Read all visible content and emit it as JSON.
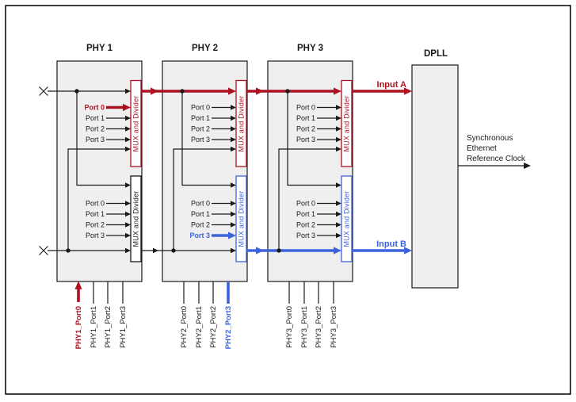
{
  "colors": {
    "red": "#AC1222",
    "blue": "#3D63DC",
    "ink": "#1A1A1A",
    "fill": "#EFEFEF"
  },
  "phys": [
    {
      "title": "PHY 1",
      "top_mux_label": "MUX and Divider",
      "bottom_mux_label": "MUX and Divider",
      "top_ports": [
        "Port 0",
        "Port 1",
        "Port 2",
        "Port 3"
      ],
      "bottom_ports": [
        "Port 0",
        "Port 1",
        "Port 2",
        "Port 3"
      ],
      "pin_labels": [
        "PHY1_Port0",
        "PHY1_Port1",
        "PHY1_Port2",
        "PHY1_Port3"
      ]
    },
    {
      "title": "PHY 2",
      "top_mux_label": "MUX and Divider",
      "bottom_mux_label": "MUX and Divider",
      "top_ports": [
        "Port 0",
        "Port 1",
        "Port 2",
        "Port 3"
      ],
      "bottom_ports": [
        "Port 0",
        "Port 1",
        "Port 2",
        "Port 3"
      ],
      "pin_labels": [
        "PHY2_Port0",
        "PHY2_Port1",
        "PHY2_Port2",
        "PHY2_Port3"
      ]
    },
    {
      "title": "PHY 3",
      "top_mux_label": "MUX and Divider",
      "bottom_mux_label": "MUX and Divider",
      "top_ports": [
        "Port 0",
        "Port 1",
        "Port 2",
        "Port 3"
      ],
      "bottom_ports": [
        "Port 0",
        "Port 1",
        "Port 2",
        "Port 3"
      ],
      "pin_labels": [
        "PHY3_Port0",
        "PHY3_Port1",
        "PHY3_Port2",
        "PHY3_Port3"
      ]
    }
  ],
  "dpll": {
    "title": "DPLL",
    "input_a_label": "Input A",
    "input_b_label": "Input B"
  },
  "output_clock": {
    "lines": [
      "Synchronous",
      "Ethernet",
      "Reference Clock"
    ]
  }
}
